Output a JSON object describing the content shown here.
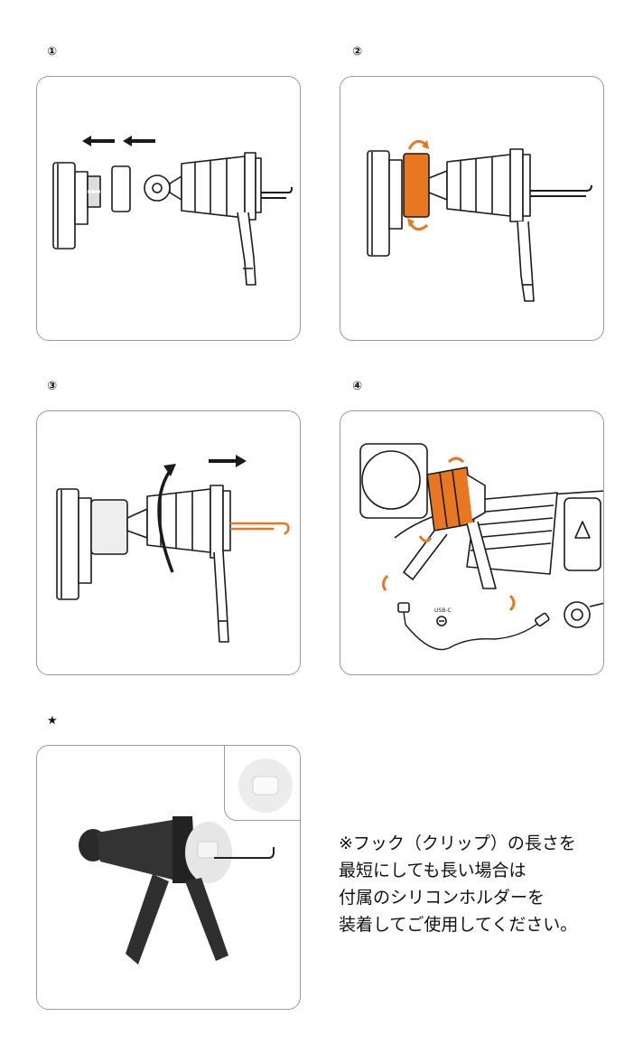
{
  "steps": [
    {
      "num": "①"
    },
    {
      "num": "②"
    },
    {
      "num": "③"
    },
    {
      "num": "④"
    },
    {
      "num": "★"
    }
  ],
  "colors": {
    "accent": "#e87722",
    "line": "#1a1a1a",
    "border": "#9a9a9a"
  },
  "diagram4": {
    "port_label": "USB-C"
  },
  "note": {
    "line1": "※フック（クリップ）の長さを",
    "line2": "最短にしても長い場合は",
    "line3": "付属のシリコンホルダーを",
    "line4": "装着してご使用してください。"
  }
}
